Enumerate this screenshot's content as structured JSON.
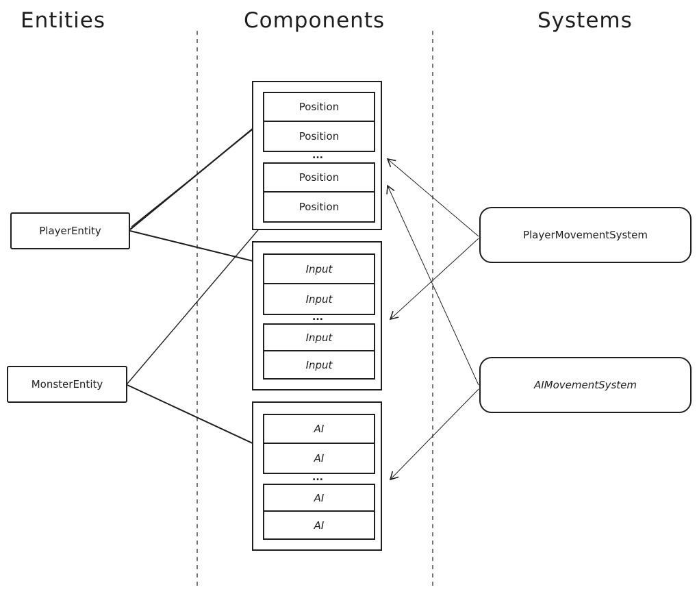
{
  "headers": {
    "entities": "Entities",
    "components": "Components",
    "systems": "Systems"
  },
  "entities": [
    {
      "label": "PlayerEntity"
    },
    {
      "label": "MonsterEntity"
    }
  ],
  "systems": [
    {
      "label": "PlayerMovementSystem"
    },
    {
      "label": "AIMovementSystem"
    }
  ],
  "component_groups": [
    {
      "name": "position",
      "cells": [
        "Position",
        "Position",
        "Position",
        "Position"
      ],
      "ellipsis": "..."
    },
    {
      "name": "input",
      "cells": [
        "Input",
        "Input",
        "Input",
        "Input"
      ],
      "ellipsis": "..."
    },
    {
      "name": "ai",
      "cells": [
        "AI",
        "AI",
        "AI",
        "AI"
      ],
      "ellipsis": "..."
    }
  ],
  "colors": {
    "stroke": "#1e1e1e",
    "background": "#ffffff"
  }
}
